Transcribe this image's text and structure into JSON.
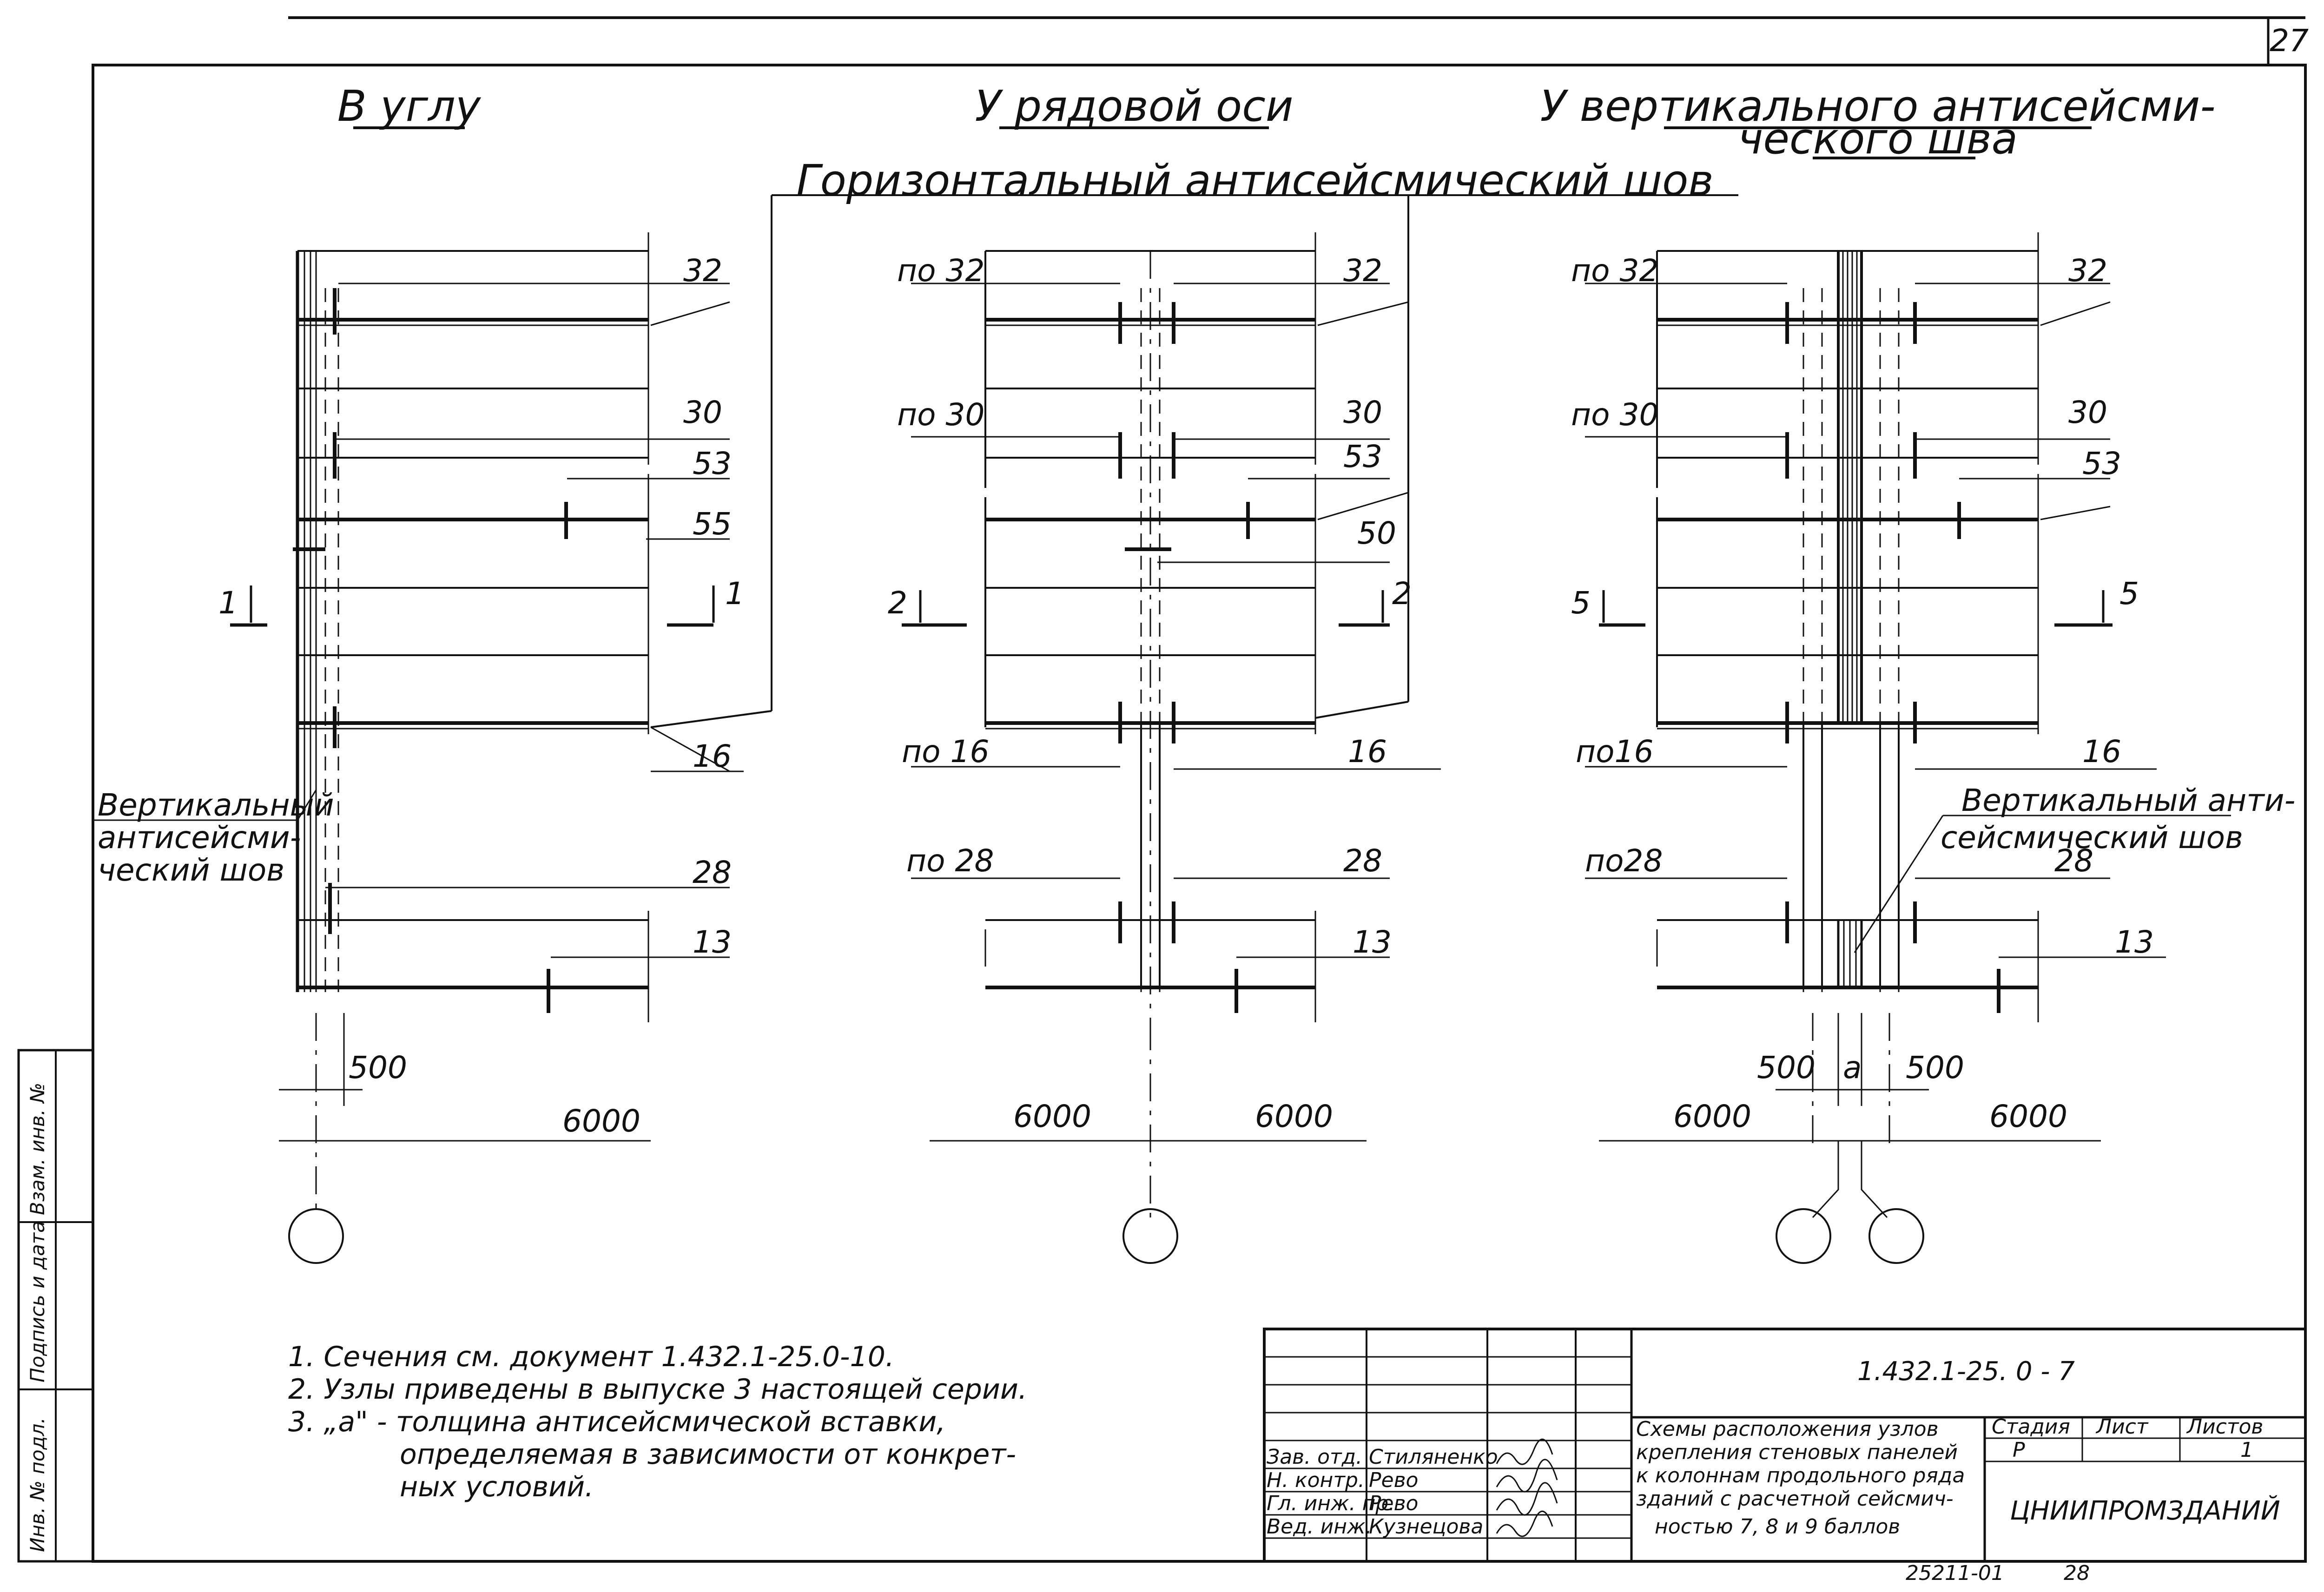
{
  "page_number": "27",
  "headings": {
    "corner": "В углу",
    "row_axis": "У рядовой оси",
    "vertical_joint": [
      "У вертикального антисейсми-",
      "ческого шва"
    ]
  },
  "horizontal_joint_label": "Горизонтальный антисейсмический шов",
  "vertical_joint_label_left": [
    "Вертикальный",
    "антисейсми-",
    "ческий шов"
  ],
  "vertical_joint_label_right": [
    "Вертикальный анти-",
    "сейсмический шов"
  ],
  "node_labels": {
    "left": [
      "32",
      "30",
      "53",
      "55",
      "16",
      "28",
      "13"
    ],
    "middle_right": [
      "32",
      "30",
      "53",
      "50",
      "16",
      "28",
      "13"
    ],
    "middle_left": [
      "по 32",
      "по 30",
      "по 16",
      "по 28"
    ],
    "right_right": [
      "32",
      "30",
      "53",
      "16",
      "28",
      "13"
    ],
    "right_left": [
      "по 32",
      "по 30",
      "по16",
      "по28"
    ]
  },
  "section_marks": {
    "left": [
      "1",
      "1"
    ],
    "middle": [
      "2",
      "2"
    ],
    "right": [
      "5",
      "5"
    ]
  },
  "dimensions": {
    "left": [
      "500",
      "6000"
    ],
    "middle": [
      "6000",
      "6000"
    ],
    "right": [
      "500",
      "а",
      "500",
      "6000",
      "6000"
    ]
  },
  "notes": [
    "1. Сечения  см.  документ 1.432.1-25.0-10.",
    "2. Узлы  приведены  в выпуске 3 настоящей серии.",
    "3. „а\" - толщина антисейсмической вставки,",
    "определяемая в зависимости от конкрет-",
    "ных условий."
  ],
  "title_block": {
    "code": "1.432.1-25. 0 - 7",
    "title": [
      "Схемы расположения узлов",
      "крепления стеновых панелей",
      "к колоннам продольного ряда",
      "зданий с расчетной сейсмич-",
      "ностью 7, 8 и 9 баллов"
    ],
    "stage_header": "Стадия",
    "sheet_header": "Лист",
    "sheets_header": "Листов",
    "stage": "Р",
    "sheets_total": "1",
    "organization": "ЦНИИПРОМЗДАНИЙ",
    "roles": [
      "Зав. отд.",
      "Н. контр.",
      "Гл. инж. пр.",
      "Вед. инж."
    ],
    "names": [
      "Стиляненко",
      "Рево",
      "Рево",
      "Кузнецова"
    ]
  },
  "side_stamp": [
    "Инв. № подл.",
    "Подпись и дата",
    "Взам. инв. №"
  ],
  "bottom_numbers": [
    "25211-01",
    "28"
  ]
}
